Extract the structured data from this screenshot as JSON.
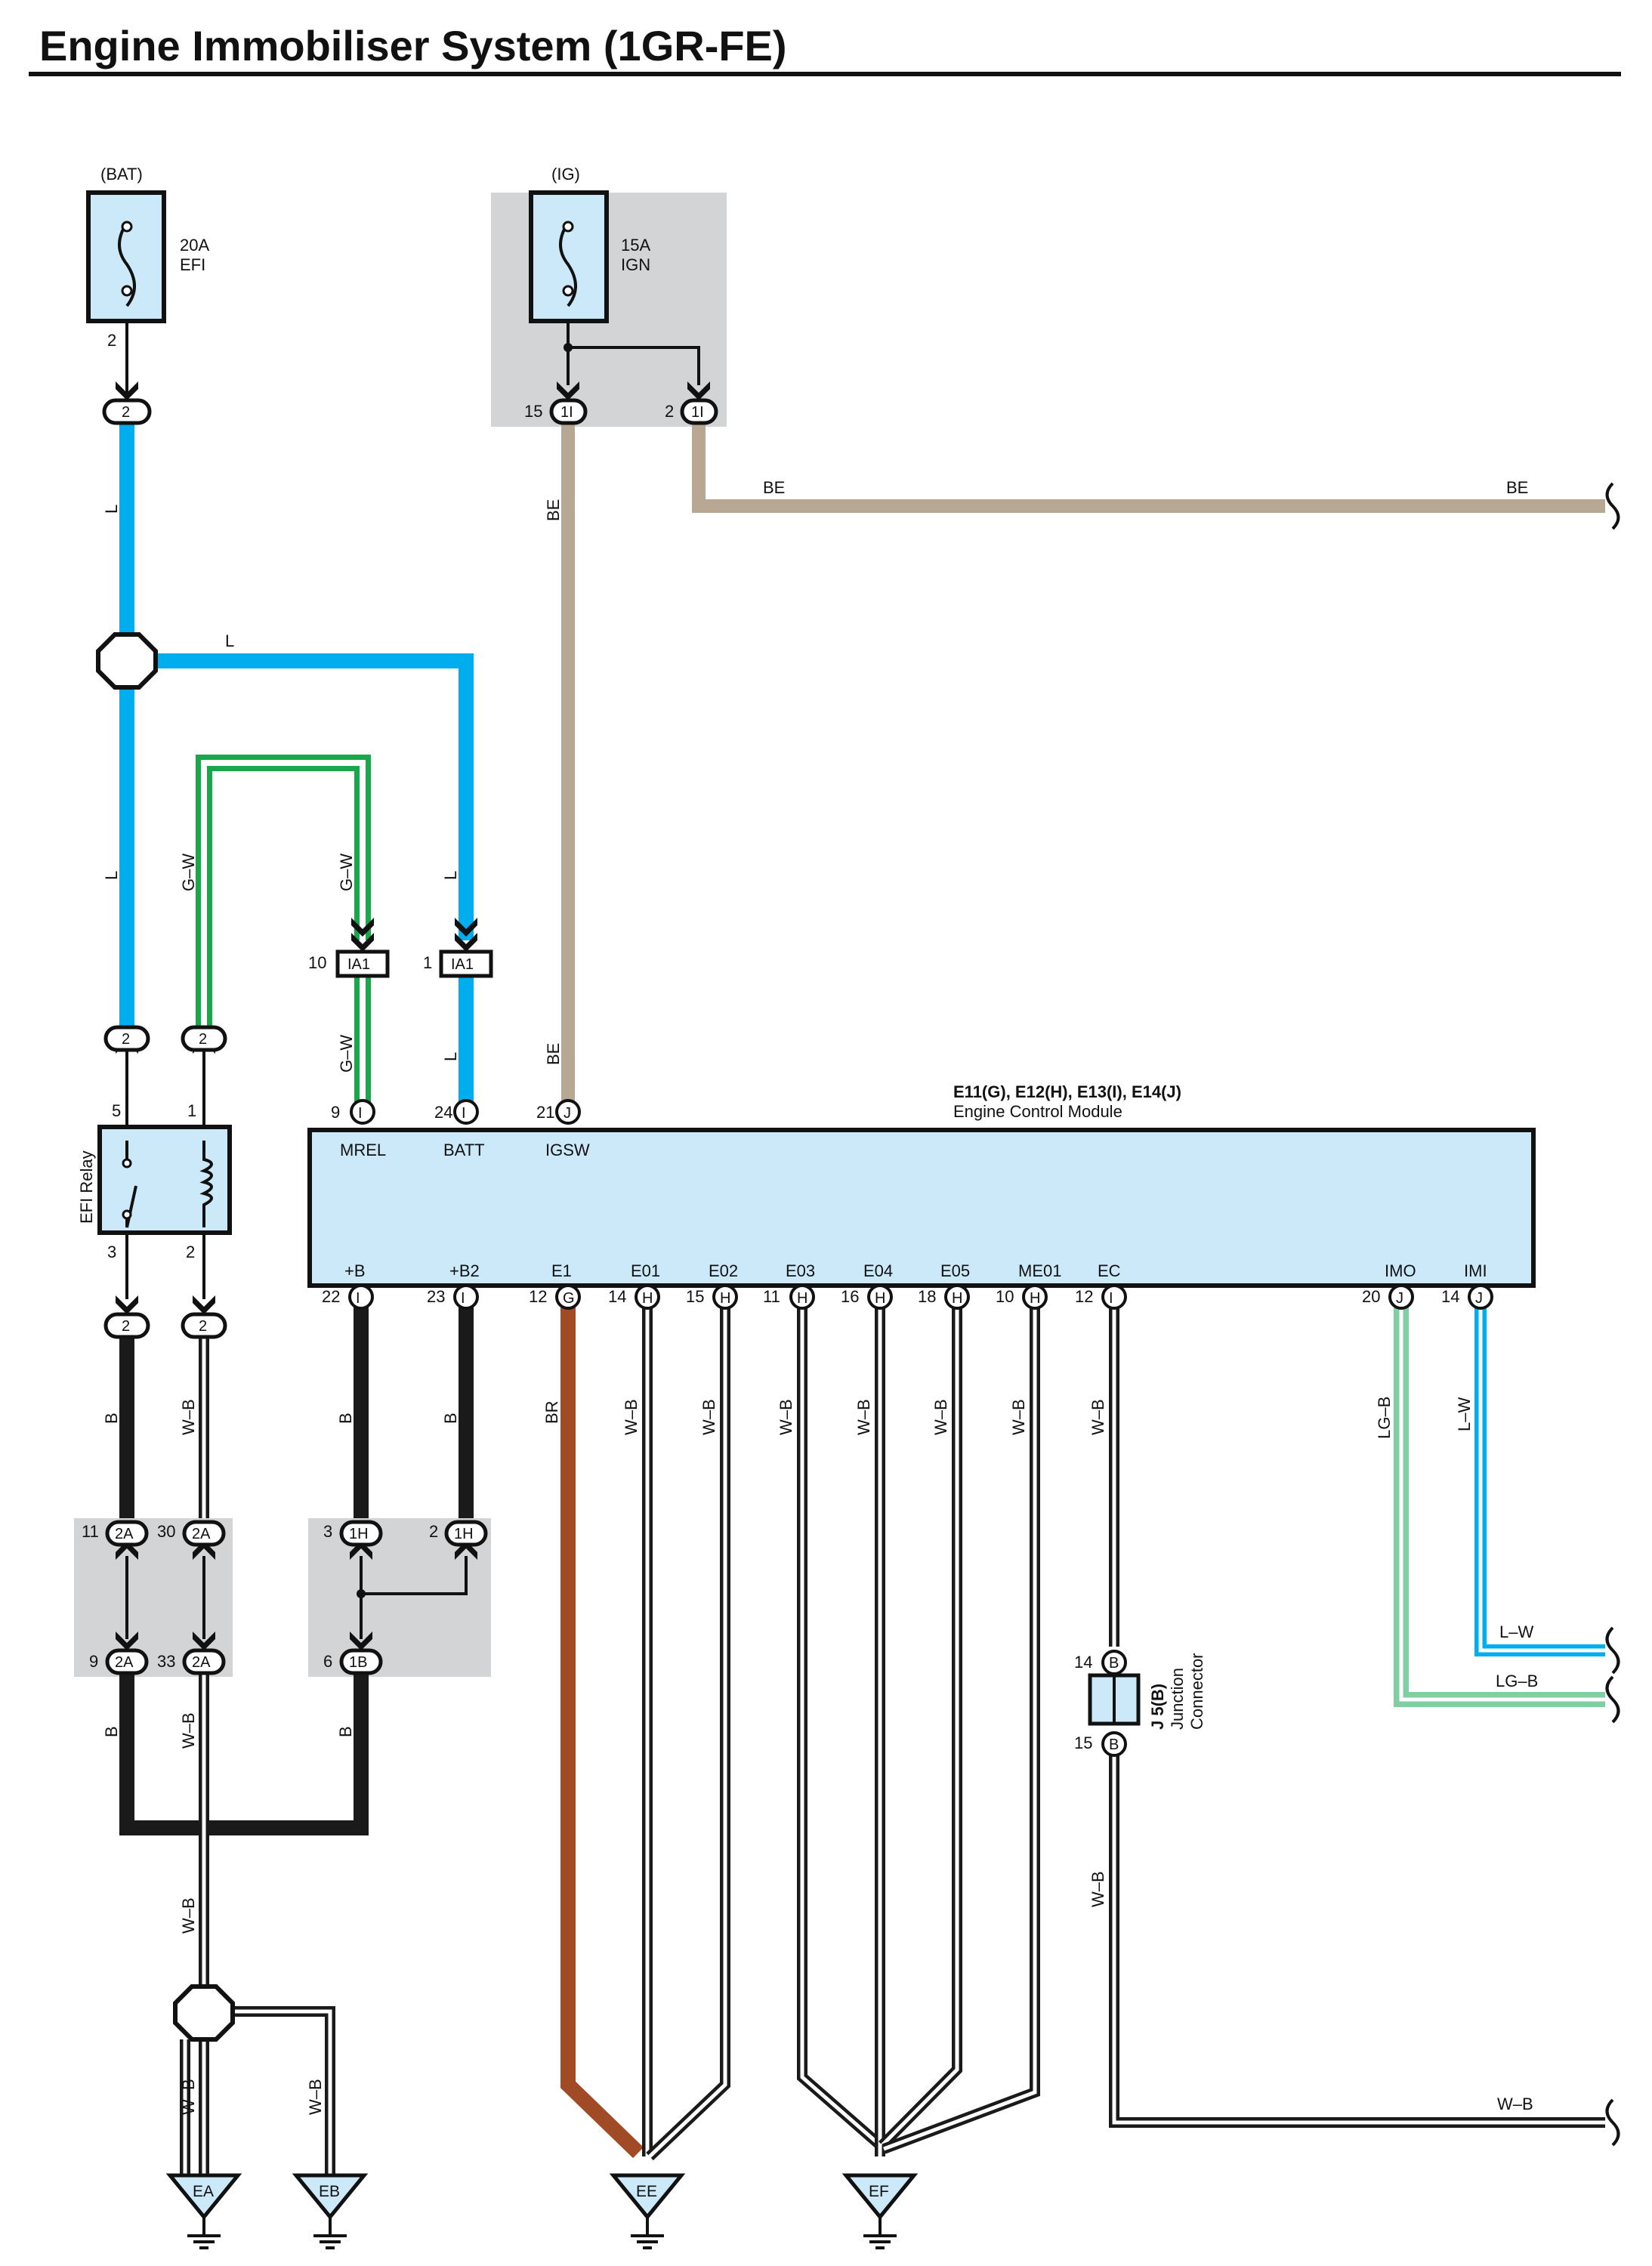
{
  "title": "Engine Immobiliser System (1GR-FE)",
  "colors": {
    "L": "#00aeef",
    "BE": "#b8a793",
    "G-W_outer": "#1aa64a",
    "LG-B_outer": "#7fcfa0",
    "B": "#1a1a1a",
    "BR": "#a04a26",
    "shade": "#d3d4d6",
    "component_fill": "#cce9f9"
  },
  "power": {
    "bat": {
      "label": "(BAT)",
      "fuse_amp": "20A",
      "fuse_name": "EFI",
      "pin": "2",
      "conn": "2"
    },
    "ig": {
      "label": "(IG)",
      "fuse_amp": "15A",
      "fuse_name": "IGN",
      "pin_left": "15",
      "conn_left": "1I",
      "pin_right": "2",
      "conn_right": "1I"
    }
  },
  "relay": {
    "label": "EFI Relay",
    "pin5": "5",
    "pin1": "1",
    "pin3": "3",
    "pin2": "2"
  },
  "ecm": {
    "title": "E11(G), E12(H), E13(I), E14(J)",
    "subtitle": "Engine Control Module",
    "top_terminals": [
      {
        "name": "MREL",
        "pin": "9",
        "conn": "I"
      },
      {
        "name": "BATT",
        "pin": "24",
        "conn": "I"
      },
      {
        "name": "IGSW",
        "pin": "21",
        "conn": "J"
      }
    ],
    "bottom_terminals": [
      {
        "name": "+B",
        "pin": "22",
        "conn": "I"
      },
      {
        "name": "+B2",
        "pin": "23",
        "conn": "I"
      },
      {
        "name": "E1",
        "pin": "12",
        "conn": "G"
      },
      {
        "name": "E01",
        "pin": "14",
        "conn": "H"
      },
      {
        "name": "E02",
        "pin": "15",
        "conn": "H"
      },
      {
        "name": "E03",
        "pin": "11",
        "conn": "H"
      },
      {
        "name": "E04",
        "pin": "16",
        "conn": "H"
      },
      {
        "name": "E05",
        "pin": "18",
        "conn": "H"
      },
      {
        "name": "ME01",
        "pin": "10",
        "conn": "H"
      },
      {
        "name": "EC",
        "pin": "12",
        "conn": "I"
      },
      {
        "name": "IMO",
        "pin": "20",
        "conn": "J"
      },
      {
        "name": "IMI",
        "pin": "14",
        "conn": "J"
      }
    ]
  },
  "ia1": {
    "left": {
      "pin": "10",
      "conn": "IA1"
    },
    "right": {
      "pin": "1",
      "conn": "IA1"
    }
  },
  "relay_connectors": {
    "top_left": "2",
    "top_right": "2",
    "bottom_left": "2",
    "bottom_right": "2"
  },
  "group_2a": {
    "tl_pin": "11",
    "tl_conn": "2A",
    "tr_pin": "30",
    "tr_conn": "2A",
    "bl_pin": "9",
    "bl_conn": "2A",
    "br_pin": "33",
    "br_conn": "2A"
  },
  "group_1h": {
    "tl_pin": "3",
    "tl_conn": "1H",
    "tr_pin": "2",
    "tr_conn": "1H",
    "b_pin": "6",
    "b_conn": "1B"
  },
  "junction": {
    "pin_top": "14",
    "conn_top": "B",
    "pin_bottom": "15",
    "conn_bottom": "B",
    "name": "J 5(B)",
    "line1": "Junction",
    "line2": "Connector"
  },
  "grounds": [
    "EA",
    "EB",
    "EE",
    "EF"
  ],
  "wire_labels": {
    "L": "L",
    "BE": "BE",
    "GW": "G–W",
    "B": "B",
    "WB": "W–B",
    "BR": "BR",
    "LGB": "LG–B",
    "LW": "L–W"
  }
}
